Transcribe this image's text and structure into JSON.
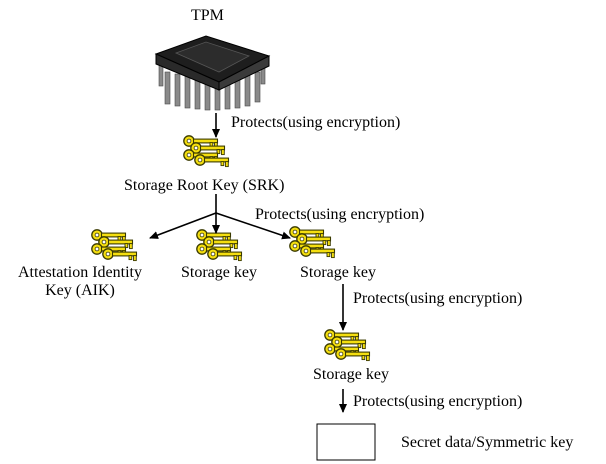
{
  "tpm_label": "TPM",
  "srk_label": "Storage Root Key (SRK)",
  "aik_label_line1": "Attestation Identity",
  "aik_label_line2": "Key (AIK)",
  "storage_key_mid_label": "Storage key",
  "storage_key_right_label": "Storage key",
  "storage_key_bottom_label": "Storage key",
  "secret_label": "Secret data/Symmetric key",
  "protects_1": "Protects(using encryption)",
  "protects_2": "Protects(using encryption)",
  "protects_3": "Protects(using encryption)",
  "protects_4": "Protects(using encryption)",
  "colors": {
    "key_fill": "#f5df10",
    "key_outline": "#3a3a00",
    "chip_body": "#1e1e1e",
    "chip_pins": "#8a8a8a",
    "arrow": "#000000"
  },
  "icons": {
    "chip": "microchip-icon",
    "keys": "key-bunch-icon"
  }
}
